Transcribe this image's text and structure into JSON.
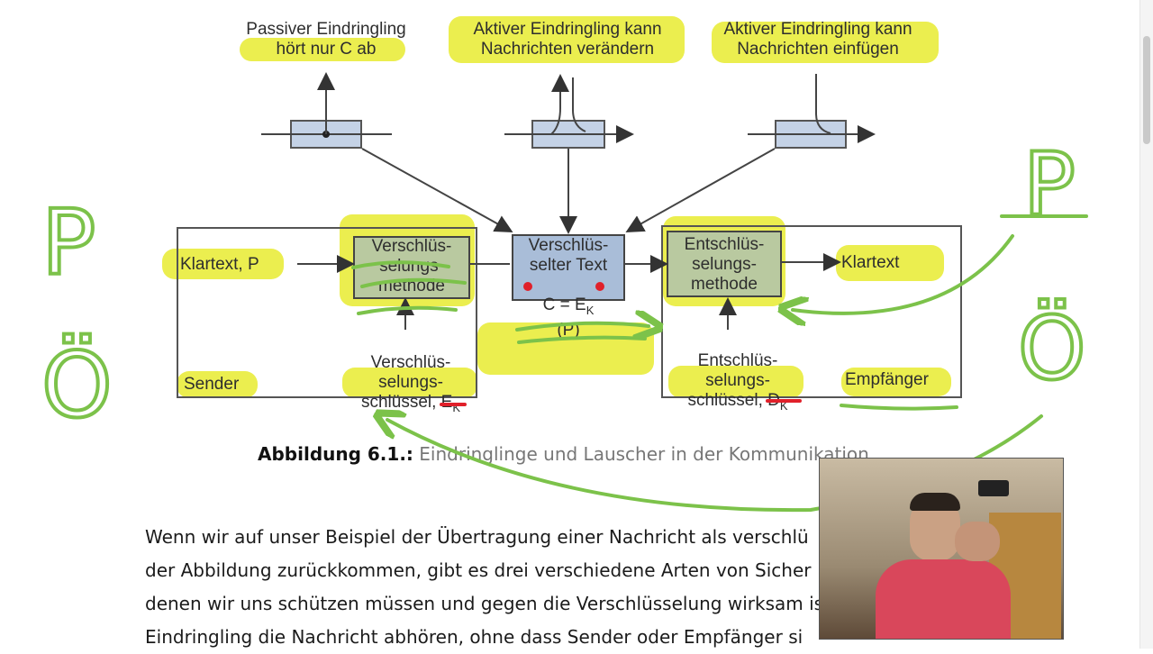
{
  "diagram": {
    "attackers": {
      "passive": "Passiver Eindringling\nhört nur C ab",
      "modify": "Aktiver Eindringling kann\nNachrichten verändern",
      "insert": "Aktiver Eindringling kann\nNachrichten einfügen"
    },
    "sender_box": {
      "plaintext": "Klartext, P",
      "method": "Verschlüs-\nselungs-\nmethode",
      "key": "Verschlüs-\nselungs-\nschlüssel, E",
      "key_sub": "K",
      "label": "Sender"
    },
    "ciphertext": {
      "line1": "Verschlüs-\nselter Text",
      "formula": "C = E",
      "formula_sub": "K",
      "formula_end": "(P)"
    },
    "receiver_box": {
      "method": "Entschlüs-\nselungs-\nmethode",
      "plaintext": "Klartext",
      "key": "Entschlüs-\nselungs-\nschlüssel, D",
      "key_sub": "K",
      "label": "Empfänger"
    },
    "handwriting": {
      "left_top": "P",
      "left_bottom": "Ö",
      "right_top": "P",
      "right_bottom": "Ö"
    }
  },
  "caption": {
    "label": "Abbildung 6.1.:",
    "text": " Eindringlinge und Lauscher in der Kommunikation"
  },
  "paragraph": [
    "Wenn wir auf unser Beispiel der Übertragung einer Nachricht als verschlü",
    "der Abbildung zurückkommen, gibt es drei verschiedene Arten von Sicher",
    "denen wir uns schützen müssen und gegen die Verschlüsselung wirksam is",
    "Eindringling die Nachricht abhören, ohne dass Sender oder Empfänger si"
  ],
  "colors": {
    "highlight": "#e9ec3c",
    "pen_green": "#7cc24a",
    "pen_red": "#e0202a"
  }
}
